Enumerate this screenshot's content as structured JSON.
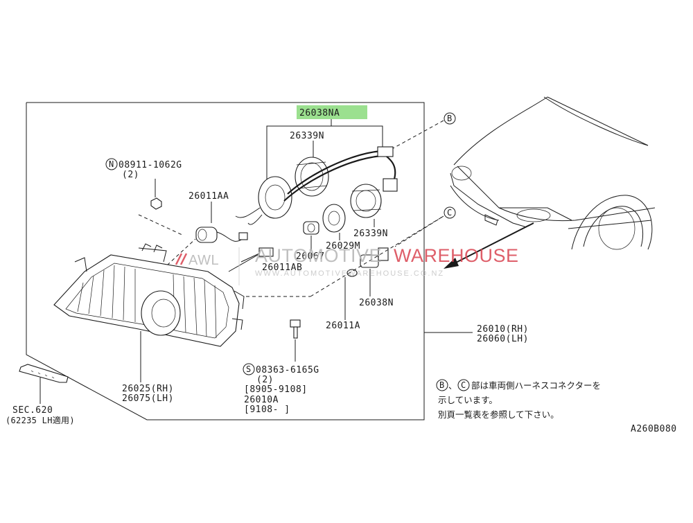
{
  "diagram": {
    "highlight_part": "26038NA",
    "callouts": {
      "p26339N_top": "26339N",
      "p26339N_right": "26339N",
      "p26029M": "26029M",
      "p26067": "26067",
      "p26011AA": "26011AA",
      "p26011AB": "26011AB",
      "p26038N": "26038N",
      "p26011A": "26011A",
      "p26025": "26025(RH)",
      "p26075": "26075(LH)",
      "p26010": "26010(RH)",
      "p26060": "26060(LH)",
      "bolt_n": "08911-1062G",
      "bolt_n_qty": "(2)",
      "screw_s": "08363-6165G",
      "screw_s_qty": "(2)",
      "date_1": "[8905-9108]",
      "p26010A": "26010A",
      "date_2": "[9108-      ]",
      "sec": "SEC.620",
      "sec_sub": "(62235 LH適用)"
    },
    "connector_b": "B",
    "connector_c": "C",
    "symbol_n": "N",
    "symbol_s": "S",
    "note": {
      "line1": "部は車両側ハーネスコネクターを",
      "line2": "示しています。",
      "line3": "別頁一覧表を参照して下さい。"
    },
    "ref_code": "A260B080"
  },
  "watermark": {
    "logo": "AWL",
    "word1": "AUTOMOTIVE",
    "word2": "WAREHOUSE",
    "url": "WWW.AUTOMOTIVEWAREHOUSE.CO.NZ",
    "accent_color": "#d9434f",
    "gray_color": "#b5b5b5"
  },
  "colors": {
    "highlight": "#9be08f",
    "ink": "#1a1a1a"
  }
}
